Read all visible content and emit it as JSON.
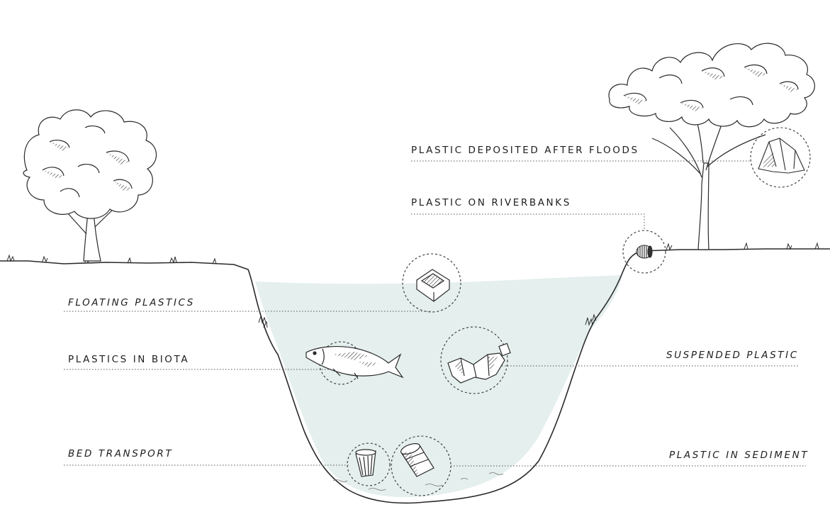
{
  "labels": {
    "deposited_after_floods": "PLASTIC DEPOSITED AFTER FLOODS",
    "on_riverbanks": "PLASTIC ON RIVERBANKS",
    "floating": "FLOATING PLASTICS",
    "in_biota": "PLASTICS IN BIOTA",
    "suspended": "SUSPENDED PLASTIC",
    "bed_transport": "BED TRANSPORT",
    "in_sediment": "PLASTIC IN SEDIMENT"
  },
  "colors": {
    "water": "#e4efee",
    "ink": "#2a2a2a",
    "leader_line": "#555555"
  },
  "icons": {
    "left_tree": "deciduous-tree-icon",
    "right_tree": "acacia-tree-icon",
    "bag": "plastic-bag-icon",
    "riverbank_item": "bottle-cap-icon",
    "floating_item": "plastic-container-icon",
    "fish": "fish-icon",
    "suspended_item": "crushed-bottle-icon",
    "bed_item": "plastic-cup-icon",
    "sediment_item": "plastic-tube-icon"
  }
}
